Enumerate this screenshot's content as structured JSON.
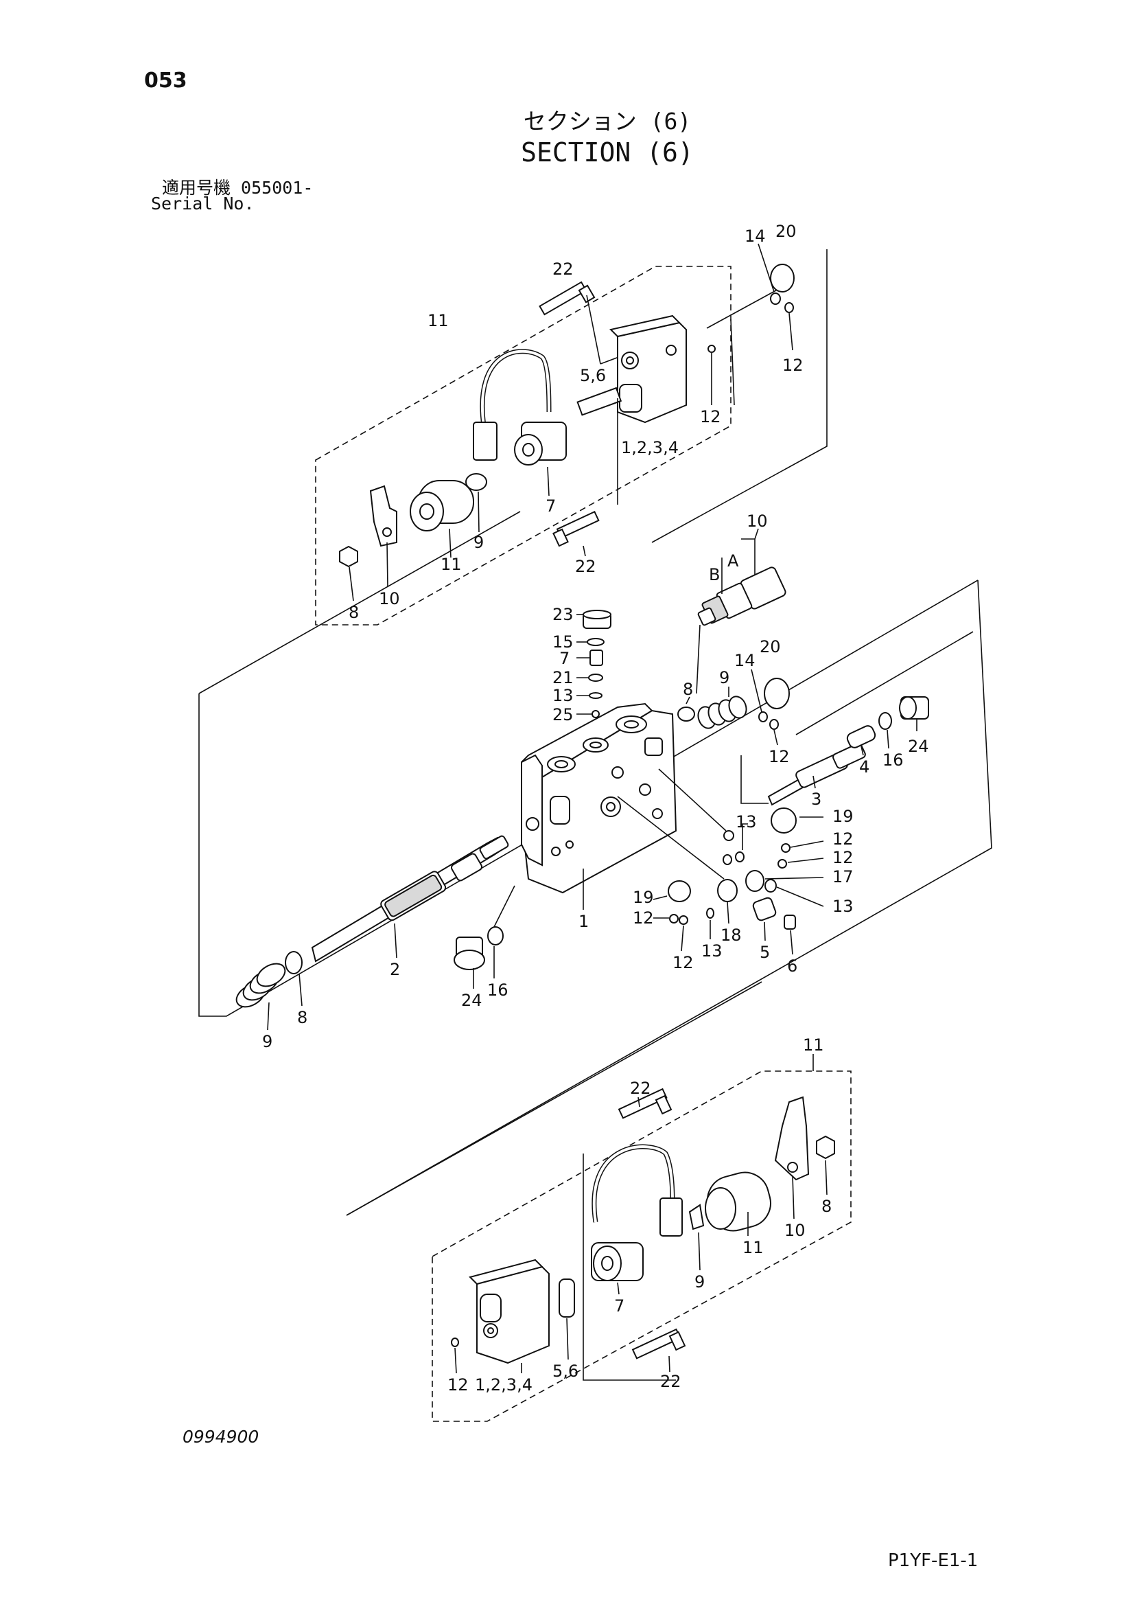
{
  "header": {
    "page_number": "053",
    "title_jp": "セクション (6)",
    "title_en": "SECTION (6)",
    "serial_label_jp": "適用号機 055001-",
    "serial_label_en": "Serial No."
  },
  "footer": {
    "drawing_number": "0994900",
    "page_code": "P1YF-E1-1"
  },
  "callouts": {
    "top_22": "22",
    "top_11": "11",
    "top_14": "14",
    "top_20": "20",
    "top_12a": "12",
    "top_12b": "12",
    "top_56": "5,6",
    "top_1234": "1,2,3,4",
    "top_7": "7",
    "top_9": "9",
    "top_11b": "11",
    "top_10": "10",
    "top_8": "8",
    "top_22b": "22",
    "mid_10": "10",
    "mid_A": "A",
    "mid_B": "B",
    "mid_23": "23",
    "mid_15": "15",
    "mid_7": "7",
    "mid_21": "21",
    "mid_13": "13",
    "mid_25": "25",
    "mid_8": "8",
    "mid_9": "9",
    "mid_14": "14",
    "mid_20": "20",
    "mid_12": "12",
    "mid_24": "24",
    "mid_16": "16",
    "mid_4": "4",
    "mid_3": "3",
    "mid_19a": "19",
    "mid_12r1": "12",
    "mid_12r2": "12",
    "mid_17": "17",
    "mid_13r": "13",
    "mid_13a": "13",
    "mid_19b": "19",
    "mid_12c": "12",
    "mid_12d": "12",
    "mid_13b": "13",
    "mid_18": "18",
    "mid_5": "5",
    "mid_6": "6",
    "mid_1": "1",
    "mid_2": "2",
    "mid_24b": "24",
    "mid_16b": "16",
    "mid_9b": "9",
    "mid_8b": "8",
    "bot_11": "11",
    "bot_22": "22",
    "bot_8": "8",
    "bot_10": "10",
    "bot_11b": "11",
    "bot_9": "9",
    "bot_7": "7",
    "bot_56": "5,6",
    "bot_12": "12",
    "bot_1234": "1,2,3,4",
    "bot_22b": "22"
  }
}
